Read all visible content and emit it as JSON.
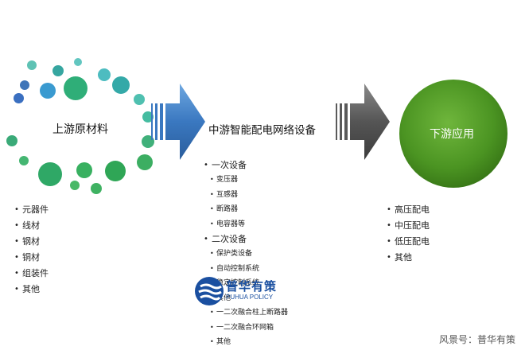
{
  "stages": {
    "upstream": {
      "title": "上游原材料",
      "items": [
        "元器件",
        "线材",
        "钢材",
        "铜材",
        "组装件",
        "其他"
      ]
    },
    "midstream": {
      "title": "中游智能配电网络设备",
      "groups": [
        {
          "label": "一次设备",
          "items": [
            "变压器",
            "互感器",
            "断路器",
            "电容器等"
          ]
        },
        {
          "label": "二次设备",
          "items": [
            "保护类设备",
            "自动控制系统",
            "稳定控制系统",
            "其他"
          ]
        }
      ],
      "extra_items": [
        "一二次融合柱上断路器",
        "一二次融合环网箱",
        "其他"
      ]
    },
    "downstream": {
      "title": "下游应用",
      "items": [
        "高压配电",
        "中压配电",
        "低压配电",
        "其他"
      ]
    }
  },
  "logo": {
    "name": "普华有策",
    "english": "PUHUA POLICY"
  },
  "watermark": "风景号：普华有策",
  "colors": {
    "arrow_blue": "#3a78c0",
    "arrow_gray": "#5a5a5a",
    "circle_green": "#3f8a1e",
    "dot_green": "#2fa86a",
    "dot_teal": "#3fb7b0",
    "dot_blue": "#3a6fc0"
  }
}
